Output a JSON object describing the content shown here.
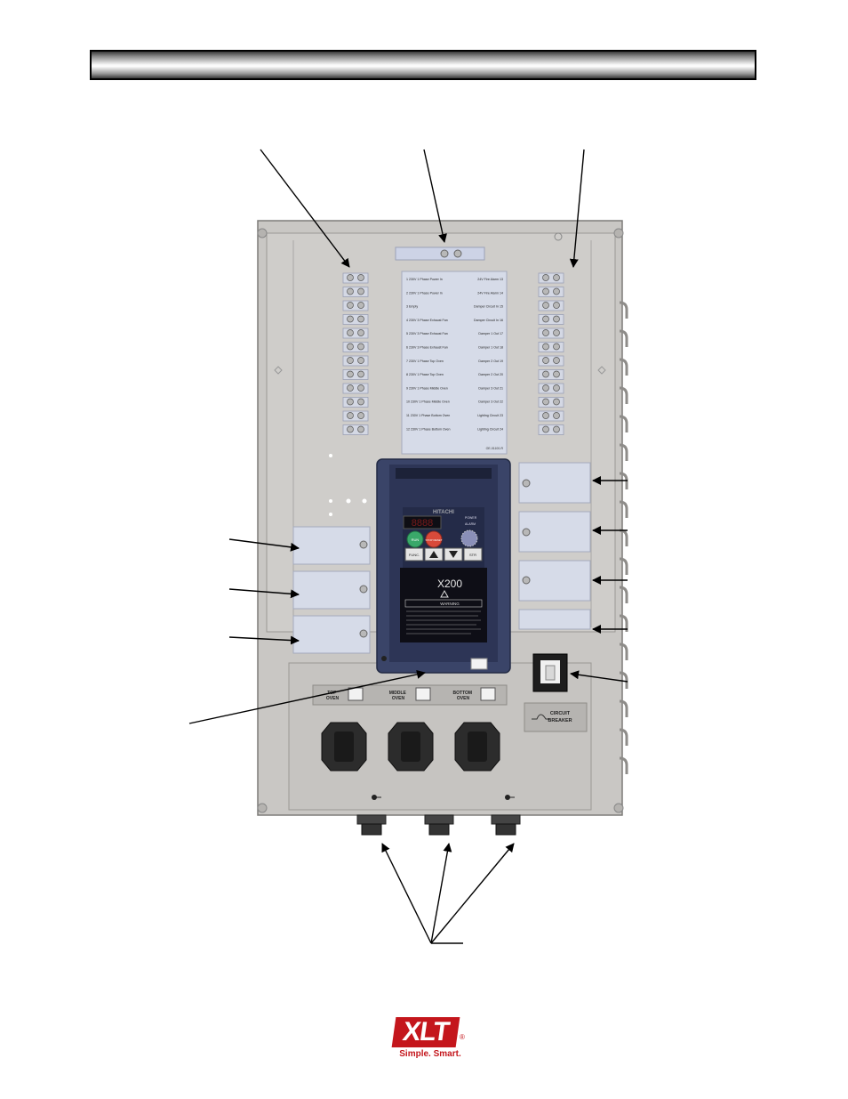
{
  "header": {
    "title": ""
  },
  "terminal_labels": {
    "left": [
      {
        "num": "1",
        "text": "230V 1 Phase Power In"
      },
      {
        "num": "2",
        "text": "230V 1 Phase Power In"
      },
      {
        "num": "3",
        "text": "Empty"
      },
      {
        "num": "4",
        "text": "230V 3 Phase Exhaust Fan"
      },
      {
        "num": "5",
        "text": "230V 3 Phase Exhaust Fan"
      },
      {
        "num": "6",
        "text": "230V 3 Phase Exhaust Fan"
      },
      {
        "num": "7",
        "text": "230V 1 Phase Top Oven"
      },
      {
        "num": "8",
        "text": "230V 1 Phase Top Oven"
      },
      {
        "num": "9",
        "text": "230V 1 Phase Middle Oven"
      },
      {
        "num": "10",
        "text": "230V 1 Phase Middle Oven"
      },
      {
        "num": "11",
        "text": "230V 1 Phase Bottom Oven"
      },
      {
        "num": "12",
        "text": "230V 1 Phase Bottom Oven"
      }
    ],
    "right": [
      {
        "num": "13",
        "text": "24V Fire Alarm"
      },
      {
        "num": "14",
        "text": "24V Fire Alarm"
      },
      {
        "num": "15",
        "text": "Damper Circuit In"
      },
      {
        "num": "16",
        "text": "Damper Circuit In"
      },
      {
        "num": "17",
        "text": "Damper 1 Out"
      },
      {
        "num": "18",
        "text": "Damper 1 Out"
      },
      {
        "num": "19",
        "text": "Damper 2 Out"
      },
      {
        "num": "20",
        "text": "Damper 2 Out"
      },
      {
        "num": "21",
        "text": "Damper 3 Out"
      },
      {
        "num": "22",
        "text": "Damper 3 Out"
      },
      {
        "num": "23",
        "text": "Lighting Circuit"
      },
      {
        "num": "24",
        "text": "Lighting Circuit"
      }
    ],
    "part_number": "OE-01100-R"
  },
  "vfd": {
    "brand": "HITACHI",
    "display": "8888",
    "indicator_power": "POWER",
    "indicator_alarm": "ALARM",
    "run": "RUN",
    "stop": "STOP RESET",
    "func": "FUNC.",
    "str": "STR",
    "model": "X200",
    "warning": "WARNING"
  },
  "oven_labels": {
    "top": "TOP OVEN",
    "middle": "MIDDLE OVEN",
    "bottom": "BOTTOM OVEN"
  },
  "breaker": {
    "line1": "CIRCUIT",
    "line2": "BREAKER"
  },
  "logo": {
    "mark": "XLT",
    "reg": "®",
    "tagline": "Simple. Smart."
  },
  "colors": {
    "panel": "#c9c7c4",
    "label_blue": "#d6dbe8",
    "vfd": "#3a4468",
    "brand_red": "#c4161c"
  }
}
